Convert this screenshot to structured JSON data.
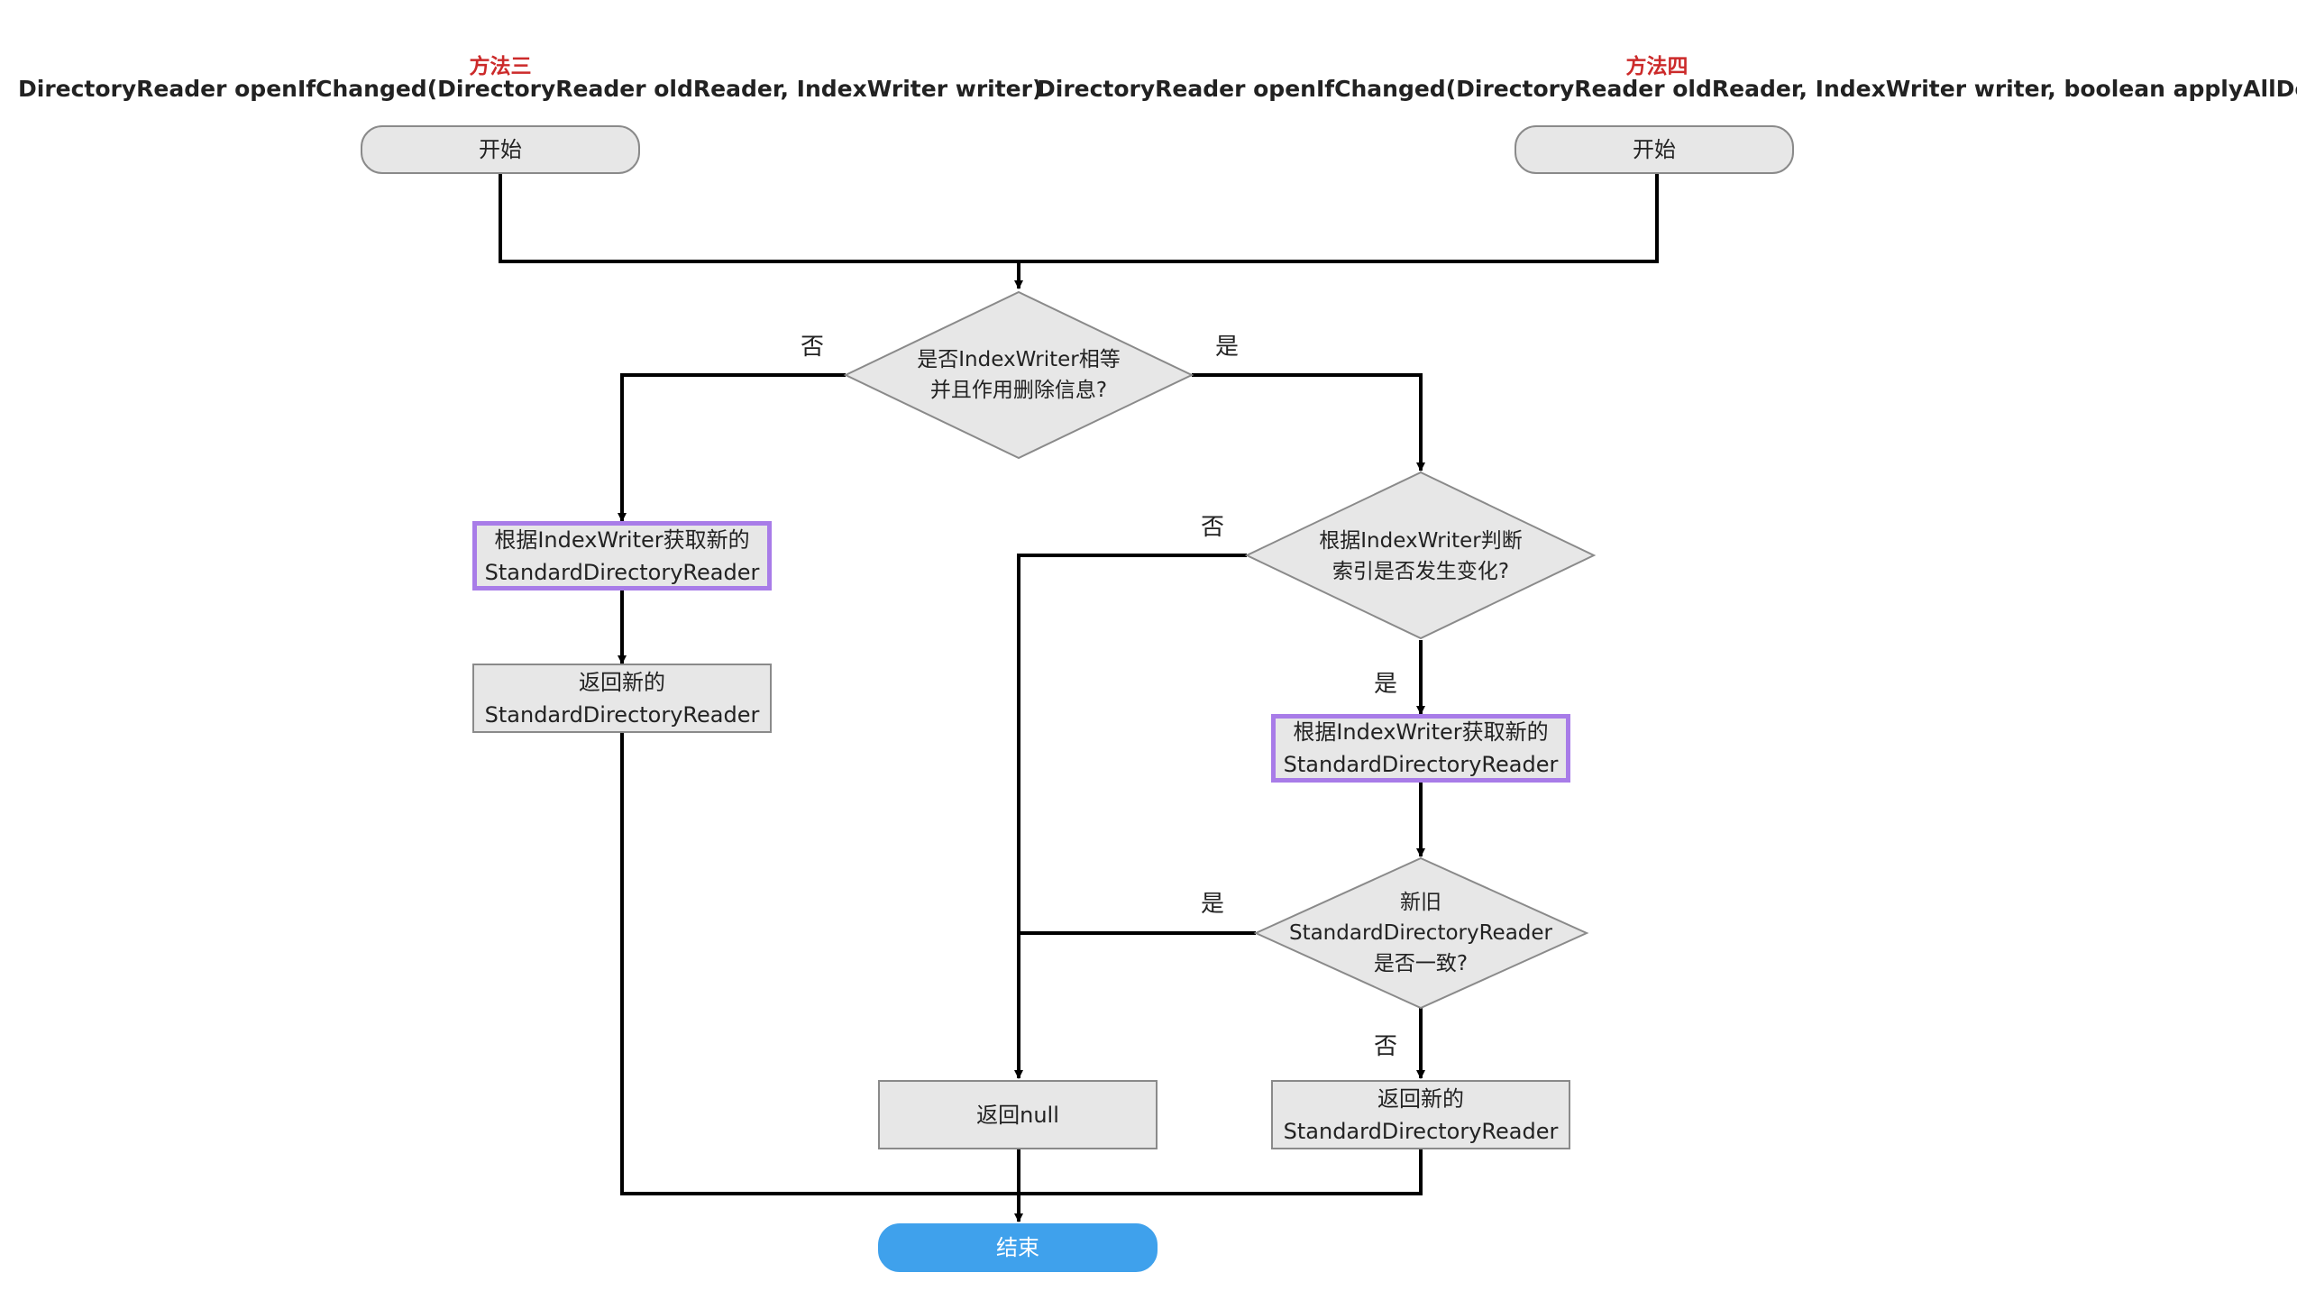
{
  "method3": {
    "name": "方法三",
    "signature": "DirectoryReader openIfChanged(DirectoryReader oldReader, IndexWriter writer)",
    "start": "开始"
  },
  "method4": {
    "name": "方法四",
    "signature": "DirectoryReader openIfChanged(DirectoryReader oldReader, IndexWriter writer, boolean applyAllDeletes)",
    "start": "开始"
  },
  "decision1": {
    "line1": "是否IndexWriter相等",
    "line2": "并且作用删除信息?",
    "no": "否",
    "yes": "是"
  },
  "left_get_reader": {
    "line1": "根据IndexWriter获取新的",
    "line2": "StandardDirectoryReader"
  },
  "left_return_new": {
    "line1": "返回新的",
    "line2": "StandardDirectoryReader"
  },
  "decision2": {
    "line1": "根据IndexWriter判断",
    "line2": "索引是否发生变化?",
    "no": "否",
    "yes": "是"
  },
  "right_get_reader": {
    "line1": "根据IndexWriter获取新的",
    "line2": "StandardDirectoryReader"
  },
  "decision3": {
    "line1": "新旧",
    "line2": "StandardDirectoryReader",
    "line3": "是否一致?",
    "yes": "是",
    "no": "否"
  },
  "return_null": "返回null",
  "right_return_new": {
    "line1": "返回新的",
    "line2": "StandardDirectoryReader"
  },
  "end": "结束",
  "colors": {
    "method_name": "#cc2a2a",
    "highlight_border": "#a87ce8",
    "end_fill": "#3fa1ec",
    "node_fill": "#e7e7e7"
  }
}
